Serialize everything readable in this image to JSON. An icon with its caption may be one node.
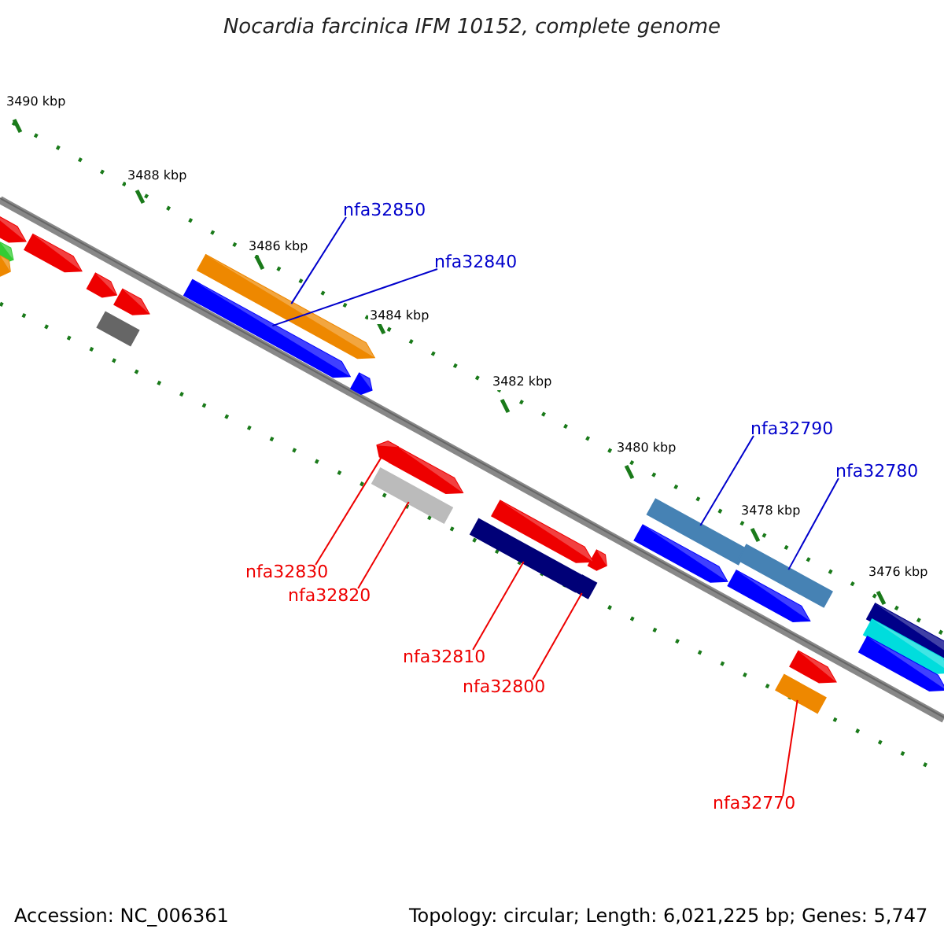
{
  "diagram": {
    "title": "Nocardia farcinica IFM 10152, complete genome",
    "nodes": [
      {
        "text": [
          "nfa32850"
        ]
      },
      {
        "text": [],
        "shape": "bar"
      },
      {
        "text": [
          "nfa32840"
        ]
      },
      {
        "text": [],
        "shape": "bar"
      },
      {
        "text": [
          "nfa32790"
        ]
      },
      {
        "text": [],
        "shape": "bar"
      },
      {
        "text": [
          "nfa32780"
        ]
      },
      {
        "text": [],
        "shape": "bar"
      },
      {
        "text": [
          "nfa32830"
        ]
      },
      {
        "text": [],
        "shape": "bar"
      },
      {
        "text": [
          "nfa32820"
        ]
      },
      {
        "text": [],
        "shape": "bar"
      },
      {
        "text": [
          "nfa32810"
        ]
      },
      {
        "text": [],
        "shape": "bar"
      },
      {
        "text": [
          "nfa32800"
        ]
      },
      {
        "text": [],
        "shape": "bar"
      },
      {
        "text": [
          "nfa32770"
        ]
      },
      {
        "text": [],
        "shape": "bar"
      }
    ],
    "edges": [
      {
        "from": 0,
        "to": 1,
        "arrow": "none",
        "color": "#0000cc"
      },
      {
        "from": 2,
        "to": 3,
        "arrow": "none",
        "color": "#0000cc"
      },
      {
        "from": 4,
        "to": 5,
        "arrow": "none",
        "color": "#0000cc"
      },
      {
        "from": 6,
        "to": 7,
        "arrow": "none",
        "color": "#0000cc"
      },
      {
        "from": 8,
        "to": 9,
        "arrow": "none"
      },
      {
        "from": 10,
        "to": 11,
        "arrow": "none"
      },
      {
        "from": 12,
        "to": 13,
        "arrow": "none"
      },
      {
        "from": 14,
        "to": 15,
        "arrow": "none"
      },
      {
        "from": 16,
        "to": 17,
        "arrow": "none"
      }
    ],
    "labels": [
      "3490 kbp",
      "3488 kbp",
      "3486 kbp",
      "3484 kbp",
      "3482 kbp",
      "3480 kbp",
      "3478 kbp",
      "3476 kbp",
      "Accession: NC_006361",
      "Topology: circular; Length: 6,021,225 bp; Genes: 5,747"
    ]
  }
}
